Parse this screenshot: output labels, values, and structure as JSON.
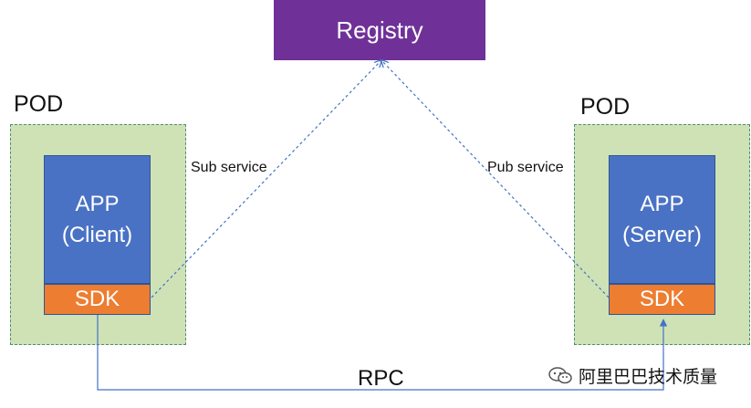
{
  "registry": {
    "label": "Registry"
  },
  "left_pod": {
    "title": "POD",
    "app_line1": "APP",
    "app_line2": "(Client)",
    "sdk": "SDK"
  },
  "right_pod": {
    "title": "POD",
    "app_line1": "APP",
    "app_line2": "(Server)",
    "sdk": "SDK"
  },
  "connections": {
    "sub_service": "Sub service",
    "pub_service": "Pub service",
    "rpc": "RPC"
  },
  "watermark": {
    "text": "阿里巴巴技术质量",
    "icon": "wechat-icon"
  },
  "colors": {
    "registry": "#6f3198",
    "pod": "#cfe2b6",
    "app": "#4a72c4",
    "sdk": "#ed7d31",
    "connector": "#4472c4"
  }
}
